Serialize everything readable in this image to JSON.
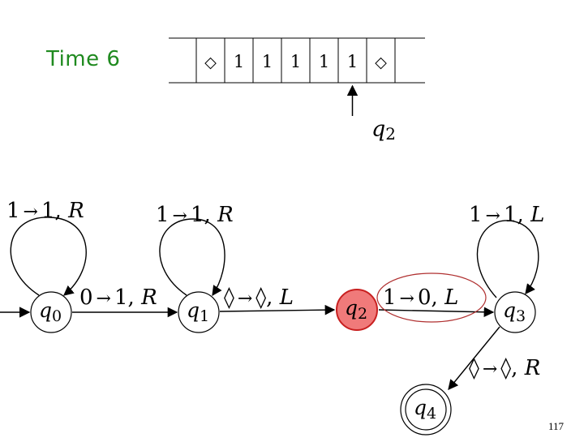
{
  "slide": {
    "time_label": "Time 6",
    "page_number": "117"
  },
  "tape": {
    "cells": [
      "◇",
      "1",
      "1",
      "1",
      "1",
      "1",
      "◇"
    ],
    "head_state": "2",
    "head_cell_index": 5
  },
  "states": [
    {
      "id": "q0",
      "sub": "0",
      "initial": true,
      "accepting": false,
      "active": false
    },
    {
      "id": "q1",
      "sub": "1",
      "initial": false,
      "accepting": false,
      "active": false
    },
    {
      "id": "q2",
      "sub": "2",
      "initial": false,
      "accepting": false,
      "active": true
    },
    {
      "id": "q3",
      "sub": "3",
      "initial": false,
      "accepting": false,
      "active": false
    },
    {
      "id": "q4",
      "sub": "4",
      "initial": false,
      "accepting": true,
      "active": false
    }
  ],
  "transitions": [
    {
      "id": "loop-q0",
      "from": "q0",
      "to": "q0",
      "read": "1",
      "write": "1",
      "move": "R"
    },
    {
      "id": "loop-q1",
      "from": "q1",
      "to": "q1",
      "read": "1",
      "write": "1",
      "move": "R"
    },
    {
      "id": "loop-q3",
      "from": "q3",
      "to": "q3",
      "read": "1",
      "write": "1",
      "move": "L"
    },
    {
      "id": "q0-q1",
      "from": "q0",
      "to": "q1",
      "read": "0",
      "write": "1",
      "move": "R"
    },
    {
      "id": "q1-q2",
      "from": "q1",
      "to": "q2",
      "read": "◊",
      "write": "◊",
      "move": "L"
    },
    {
      "id": "q2-q3",
      "from": "q2",
      "to": "q3",
      "read": "1",
      "write": "0",
      "move": "L",
      "highlighted": true
    },
    {
      "id": "q3-q4",
      "from": "q3",
      "to": "q4",
      "read": "◊",
      "write": "◊",
      "move": "R"
    }
  ],
  "colors": {
    "active_state_fill": "#f07a7a",
    "active_state_stroke": "#c82020",
    "highlight_stroke": "#b03030",
    "time_label": "#1f8a1f"
  }
}
